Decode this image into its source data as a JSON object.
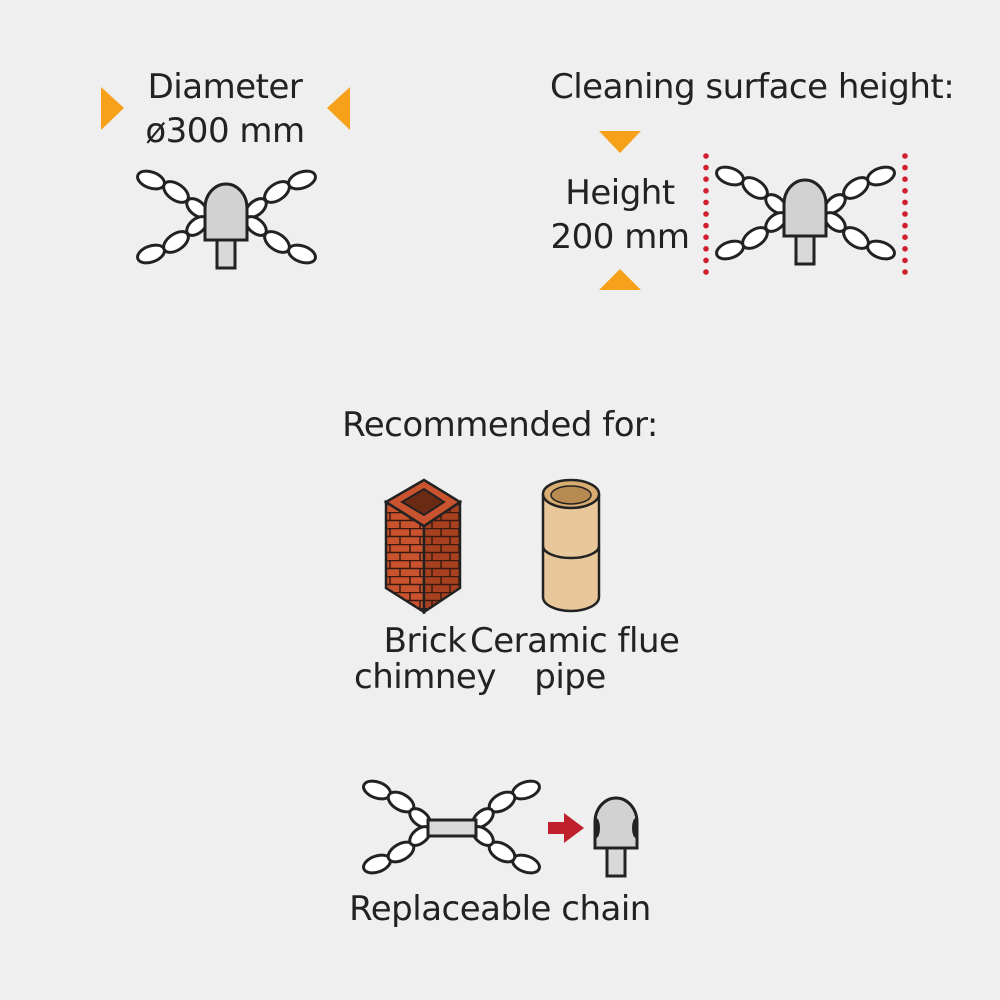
{
  "diameter": {
    "label": "Diameter",
    "value": "ø300 mm",
    "arrow_color": "#f7a11a"
  },
  "height": {
    "title": "Cleaning surface height:",
    "label": "Height",
    "value": "200 mm",
    "arrow_color": "#f7a11a",
    "guide_color": "#d0202e"
  },
  "recommended": {
    "title": "Recommended for:",
    "items": [
      {
        "icon": "brick-chimney-icon",
        "line1": "Brick",
        "line2": "chimney"
      },
      {
        "icon": "ceramic-flue-pipe-icon",
        "line1": "Ceramic flue",
        "line2": "pipe"
      }
    ]
  },
  "replaceable": {
    "label": "Replaceable chain",
    "arrow_color": "#c0202e"
  }
}
